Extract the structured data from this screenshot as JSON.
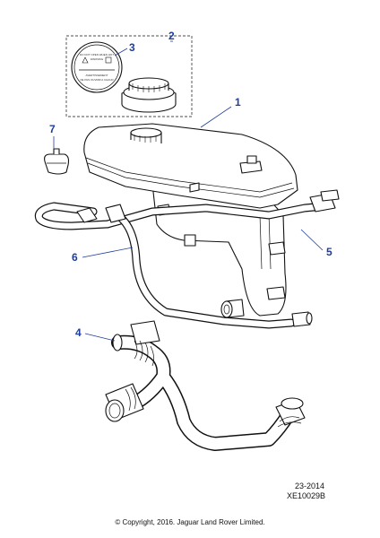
{
  "callouts": {
    "c1": "1",
    "c2": "2",
    "c3": "3",
    "c4": "4",
    "c5": "5",
    "c6": "6",
    "c7": "7"
  },
  "cap_label": {
    "line1": "DO NOT OPEN WHEN HOT",
    "line2": "WARNING",
    "line3": "AVERTISSEMENT",
    "line4": "NE PAS OUVRIR A CHAUD"
  },
  "reference": {
    "code1": "23-2014",
    "code2": "XE10029B"
  },
  "footer": {
    "copyright": "© Copyright, 2016. Jaguar Land Rover Limited."
  },
  "colors": {
    "callout": "#1f3d9a",
    "line": "#111111"
  }
}
